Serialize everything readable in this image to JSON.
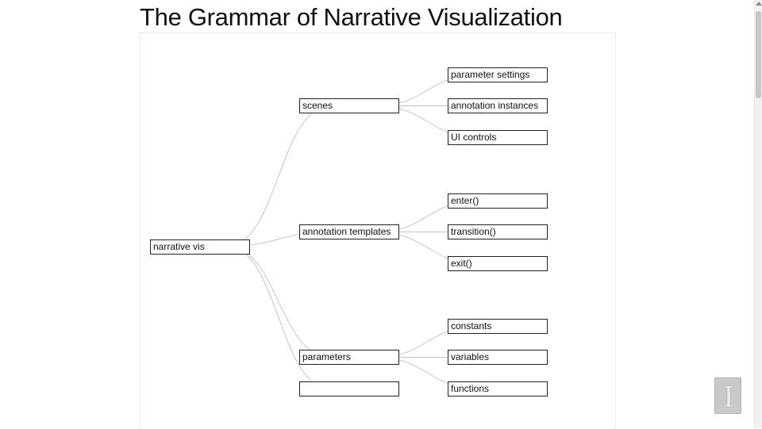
{
  "page": {
    "title": "The Grammar of Narrative Visualization"
  },
  "tree": {
    "root": {
      "id": "narrative-vis",
      "label": "narrative vis"
    },
    "groups": [
      {
        "id": "scenes",
        "label": "scenes",
        "children": [
          {
            "id": "parameter-settings",
            "label": "parameter settings"
          },
          {
            "id": "annotation-instances",
            "label": "annotation instances"
          },
          {
            "id": "ui-controls",
            "label": "UI controls"
          }
        ]
      },
      {
        "id": "annotation-templates",
        "label": "annotation templates",
        "children": [
          {
            "id": "enter",
            "label": "enter()"
          },
          {
            "id": "transition",
            "label": "transition()"
          },
          {
            "id": "exit",
            "label": "exit()"
          }
        ]
      },
      {
        "id": "parameters",
        "label": "parameters",
        "children": [
          {
            "id": "constants",
            "label": "constants"
          },
          {
            "id": "variables",
            "label": "variables"
          },
          {
            "id": "functions",
            "label": "functions"
          }
        ]
      },
      {
        "id": "unlabeled",
        "label": "",
        "children": []
      }
    ]
  },
  "colors": {
    "edge": "#c4c4c4",
    "node_border": "#222222"
  },
  "icons": {
    "corner_logo": "serif-i-logo-icon"
  }
}
